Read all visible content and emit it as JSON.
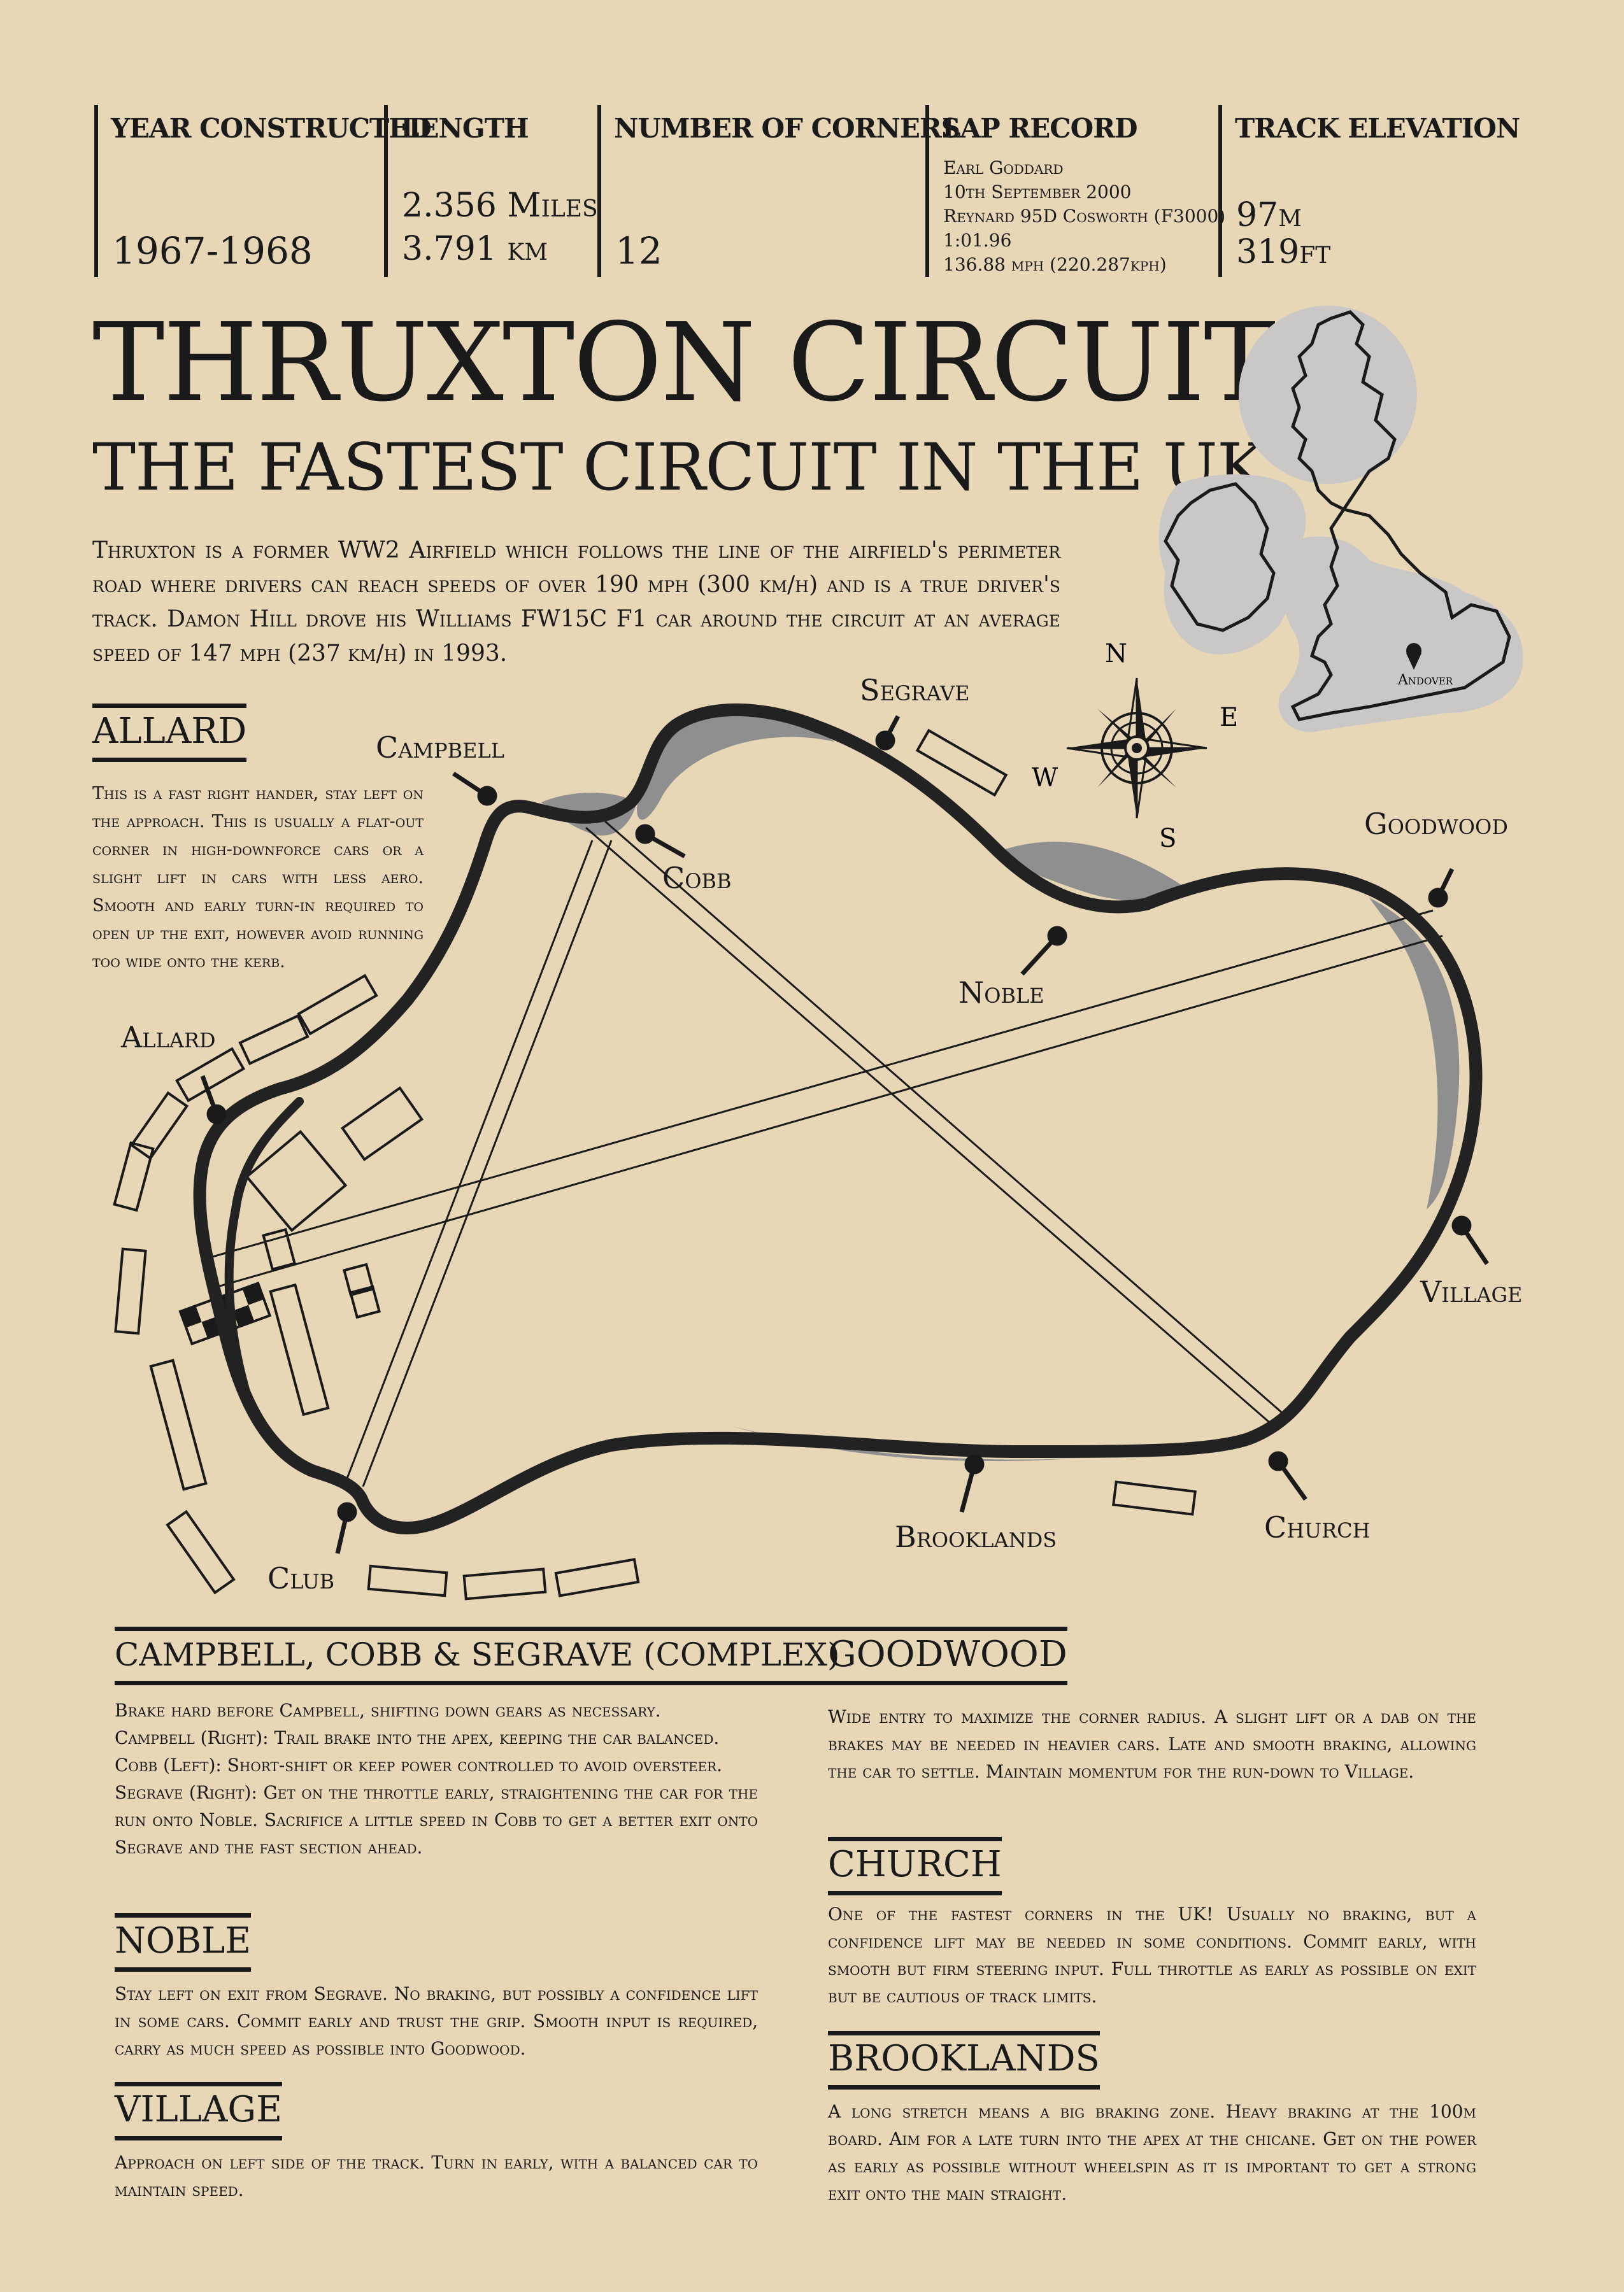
{
  "stats": [
    {
      "label": "YEAR CONSTRUCTED",
      "lines": [
        "1967-1968"
      ]
    },
    {
      "label": "LENGTH",
      "lines": [
        "2.356 Miles",
        "3.791 km"
      ]
    },
    {
      "label": "NUMBER OF CORNERS",
      "lines": [
        "12"
      ]
    },
    {
      "label": "LAP RECORD",
      "details": [
        "Earl Goddard",
        "10th September 2000",
        "Reynard 95D Cosworth (F3000)",
        "1:01.96",
        "136.88 mph (220.287kph)"
      ]
    },
    {
      "label": "TRACK ELEVATION",
      "lines": [
        "97m",
        "319ft"
      ]
    }
  ],
  "title": "THRUXTON CIRCUIT",
  "subtitle": "THE FASTEST CIRCUIT IN THE UK",
  "intro": "Thruxton is a former WW2 Airfield which follows the line of the airfield's perimeter road where drivers can reach speeds of over 190 mph (300 km/h) and is a true driver's track. Damon Hill drove his Williams FW15C F1 car around the circuit at an average speed of 147 mph (237 km/h) in 1993.",
  "map_location": "Andover",
  "compass": {
    "n": "N",
    "e": "E",
    "s": "S",
    "w": "W"
  },
  "corners": {
    "campbell": "Campbell",
    "segrave": "Segrave",
    "cobb": "Cobb",
    "goodwood": "Goodwood",
    "noble": "Noble",
    "allard": "Allard",
    "village": "Village",
    "club": "Club",
    "brooklands": "Brooklands",
    "church": "Church"
  },
  "sections": {
    "allard": {
      "title": "ALLARD",
      "body": [
        "This is a fast right hander, stay left on the approach. This is usually a flat-out corner in high-downforce cars or a slight lift in cars with less aero. Smooth and early turn-in required to open up the exit, however avoid running too wide onto the kerb."
      ]
    },
    "complex": {
      "title": "CAMPBELL, COBB & SEGRAVE (COMPLEX)",
      "body": [
        "Brake hard before Campbell, shifting down gears as necessary.",
        "Campbell (Right): Trail brake into the apex, keeping the car balanced.",
        "Cobb (Left): Short-shift or keep power controlled to avoid oversteer.",
        "Segrave (Right): Get on the throttle early, straightening the car for the run onto Noble. Sacrifice a little speed in Cobb to get a better exit onto Segrave and the fast section ahead."
      ]
    },
    "noble": {
      "title": "NOBLE",
      "body": [
        "Stay left on exit from Segrave. No braking, but possibly a confidence lift in some cars. Commit early and trust the grip. Smooth input is required, carry as much speed as possible into Goodwood."
      ]
    },
    "village": {
      "title": "VILLAGE",
      "body": [
        "Approach on left side of the track. Turn in early, with a balanced car to maintain speed."
      ]
    },
    "goodwood": {
      "title": "GOODWOOD",
      "body": [
        "Wide entry to maximize the corner radius. A slight lift or a dab on the brakes may be needed in heavier cars. Late and smooth braking, allowing the car to settle. Maintain momentum for the run-down to Village."
      ]
    },
    "church": {
      "title": "CHURCH",
      "body": [
        "One of the fastest corners in the UK! Usually no braking, but a confidence lift may be needed in some conditions. Commit early, with smooth but firm steering input. Full throttle as early as possible on exit but be cautious of track limits."
      ]
    },
    "brooklands": {
      "title": "BROOKLANDS",
      "body": [
        "A long stretch means a big braking zone. Heavy braking at the 100m board. Aim for a late turn into the apex at the chicane. Get on the power as early as possible without wheelspin as it is important to get a strong exit onto the main straight."
      ]
    }
  }
}
